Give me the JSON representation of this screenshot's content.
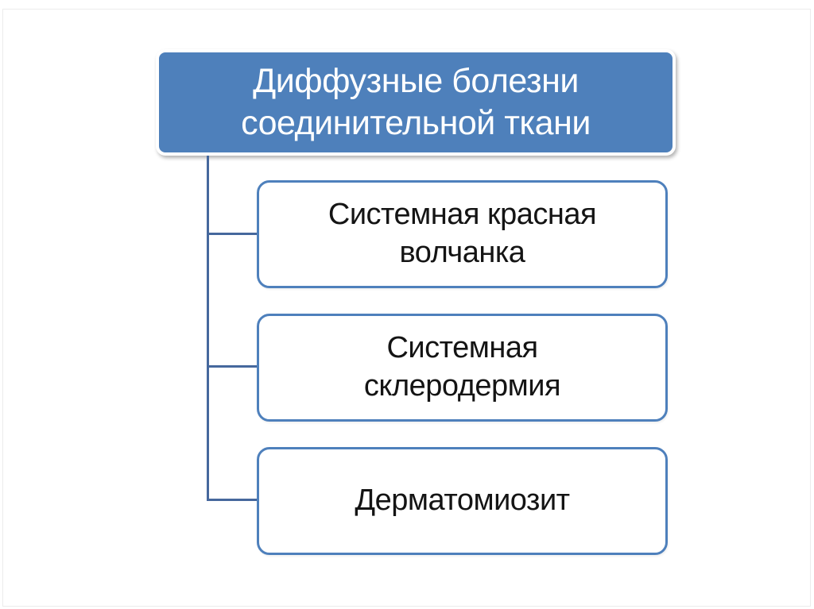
{
  "slide": {
    "background": "#FFFFFF",
    "frame_border_color": "#ECECEC"
  },
  "diagram": {
    "type": "hierarchy",
    "root": {
      "label": "Диффузные болезни\nсоединительной ткани"
    },
    "children": [
      {
        "label": "Системная красная\nволчанка"
      },
      {
        "label": "Системная\nсклеродермия"
      },
      {
        "label": "Дерматомиозит"
      }
    ],
    "colors": {
      "root_fill": "#4E80BB",
      "root_text": "#FFFFFF",
      "root_outline": "#FFFFFF",
      "child_fill": "#FFFFFF",
      "child_border": "#4E80BC",
      "child_text": "#141414",
      "connector": "#46689D"
    }
  }
}
